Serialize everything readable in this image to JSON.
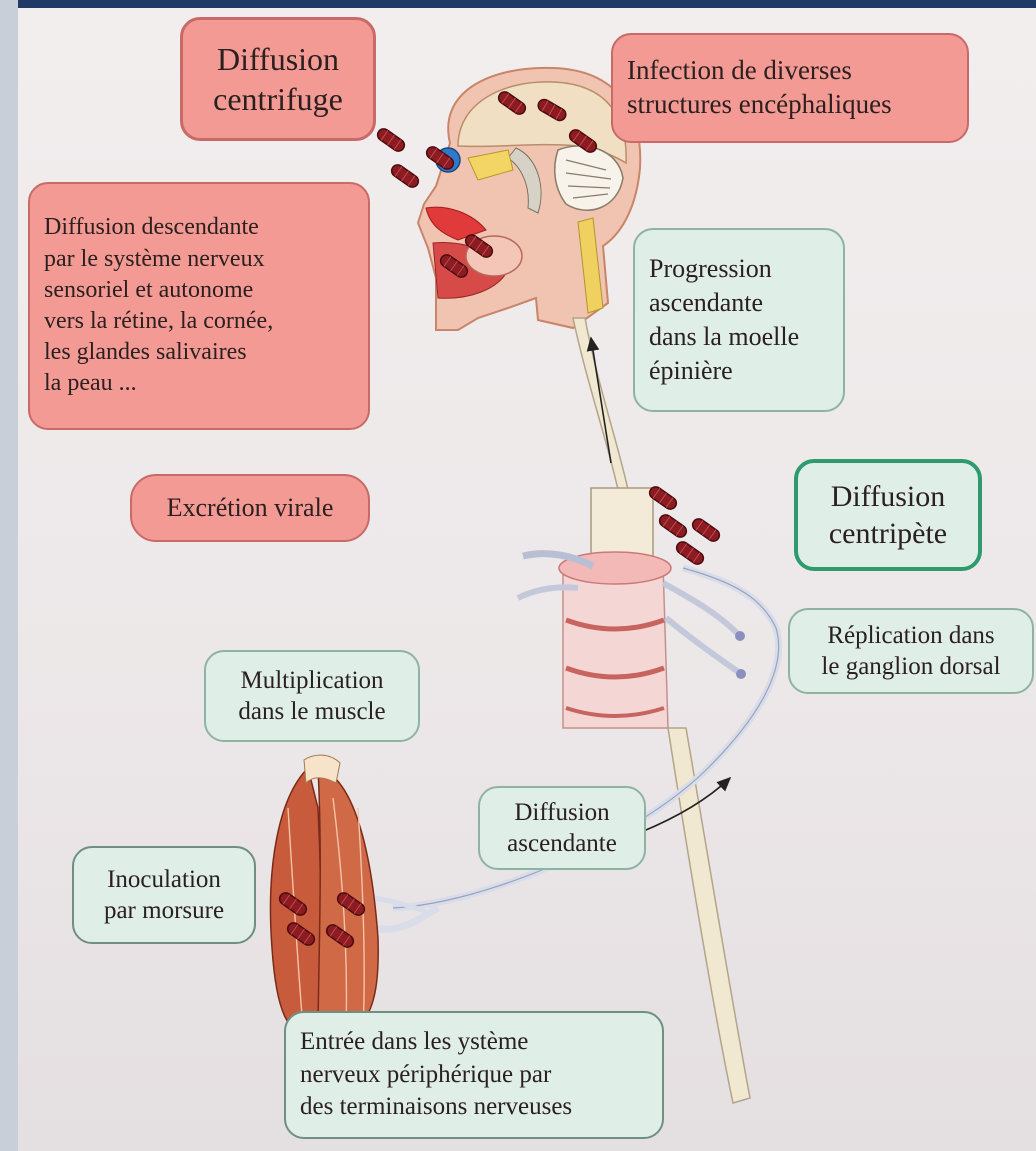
{
  "colors": {
    "pink_box": "#f39a94",
    "green_box": "#e0eee8",
    "accent_green_border": "#2f9a6c",
    "nerve": "#eee4cc",
    "virion": "#8c1c22",
    "muscle": "#c75b3c"
  },
  "labels": {
    "diffusion_centrifuge": [
      "Diffusion",
      "centrifuge"
    ],
    "infection_encephale": [
      "Infection de diverses",
      "structures encéphaliques"
    ],
    "diffusion_descendante": [
      "Diffusion descendante",
      "par le système nerveux",
      "sensoriel et autonome",
      "vers la rétine, la cornée,",
      "les glandes salivaires",
      "la peau ..."
    ],
    "progression_ascendante": [
      "Progression",
      "ascendante",
      "dans la moelle",
      "épinière"
    ],
    "excretion_virale": "Excrétion virale",
    "diffusion_centripete": [
      "Diffusion",
      "centripète"
    ],
    "replication_ganglion": [
      "Réplication dans",
      "le ganglion dorsal"
    ],
    "multiplication_muscle": [
      "Multiplication",
      "dans le muscle"
    ],
    "diffusion_ascendante": [
      "Diffusion",
      "ascendante"
    ],
    "inoculation": [
      "Inoculation",
      "par morsure"
    ],
    "entree_systeme": [
      "Entrée dans les ystème",
      "nerveux périphérique par",
      "des terminaisons nerveuses"
    ]
  }
}
